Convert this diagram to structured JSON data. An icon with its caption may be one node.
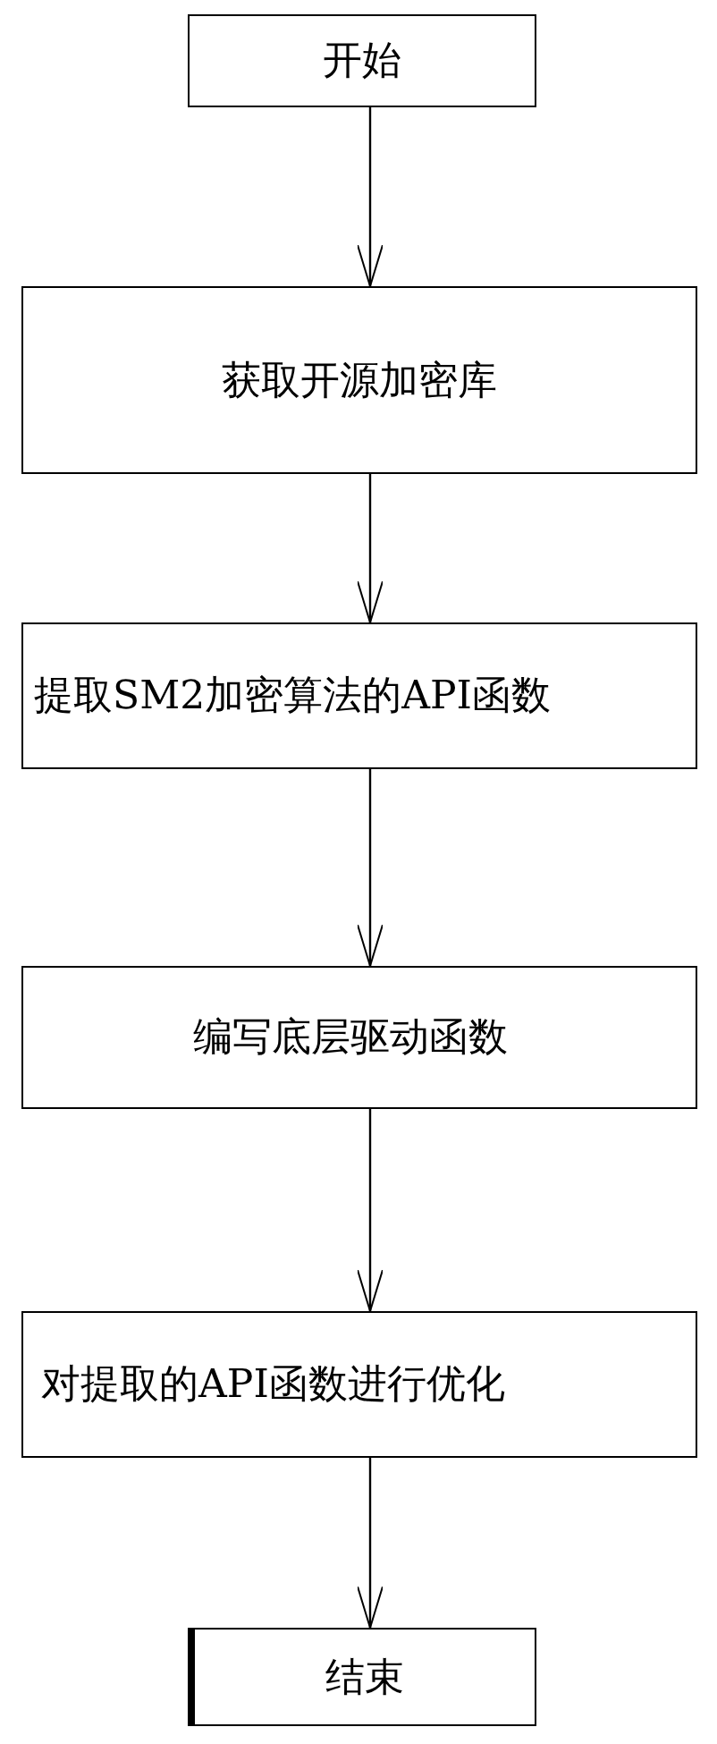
{
  "diagram": {
    "nodes": [
      {
        "text": [
          "开始"
        ]
      },
      {
        "text": [
          "获取开源加密库"
        ]
      },
      {
        "text": [
          "提取SM2加密算法的API函数"
        ]
      },
      {
        "text": [
          "编写底层驱动函数"
        ]
      },
      {
        "text": [
          "对提取的API函数进行优化"
        ]
      },
      {
        "text": [
          "结束"
        ]
      }
    ],
    "edges": [
      {
        "from": 0,
        "to": 1,
        "arrow": "to"
      },
      {
        "from": 1,
        "to": 2,
        "arrow": "to"
      },
      {
        "from": 2,
        "to": 3,
        "arrow": "to"
      },
      {
        "from": 3,
        "to": 4,
        "arrow": "to"
      },
      {
        "from": 4,
        "to": 5,
        "arrow": "to"
      }
    ]
  }
}
